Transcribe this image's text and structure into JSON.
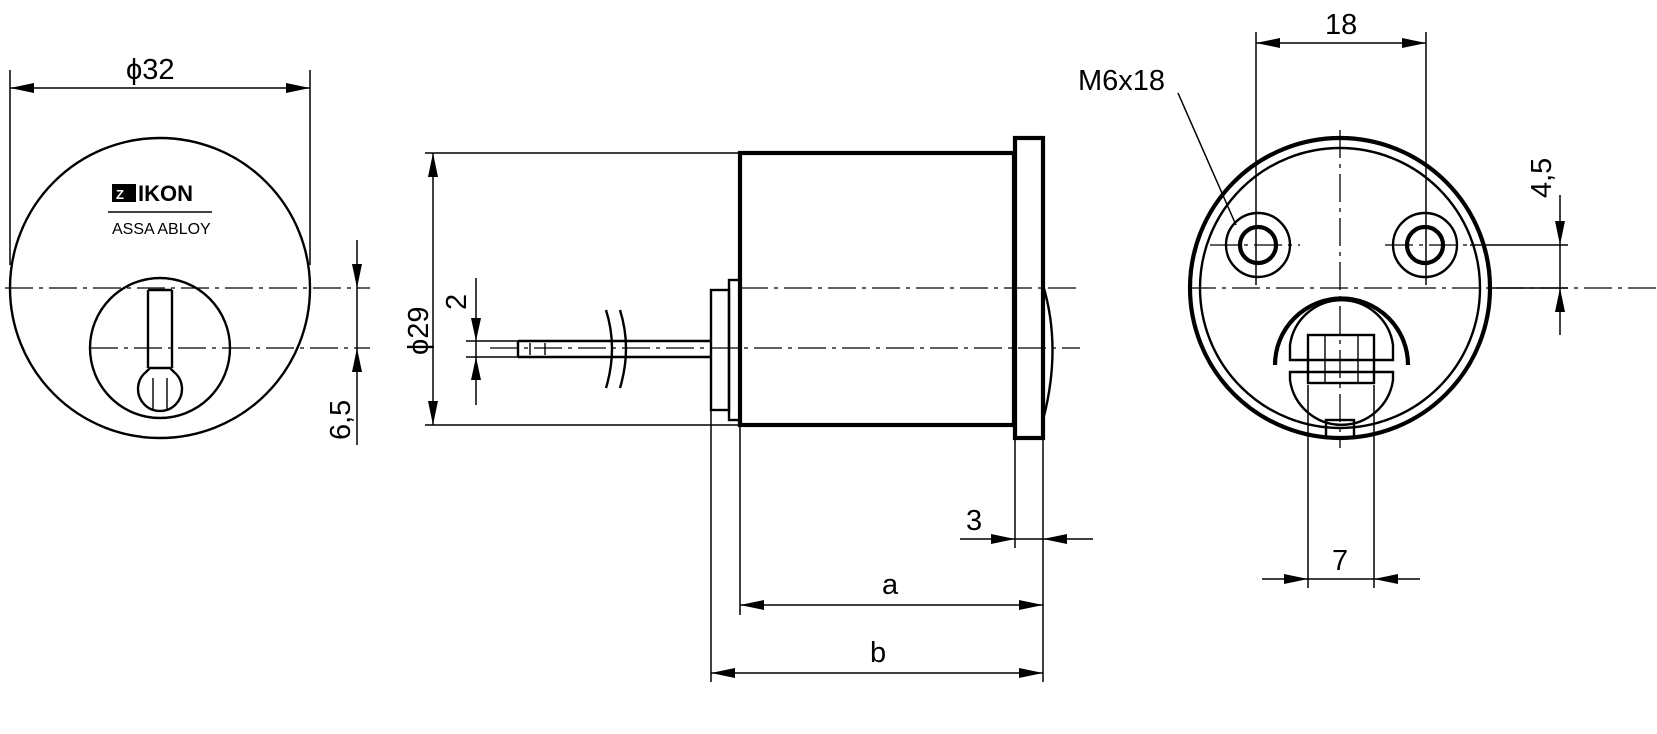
{
  "logo": {
    "brand": "IKON",
    "group": "ASSA ABLOY"
  },
  "dimensions": {
    "front_diameter": "ϕ32",
    "keyway_offset": "6,5",
    "body_diameter": "ϕ29",
    "cam_thickness": "2",
    "flange_thickness": "3",
    "length_a": "a",
    "length_b": "b",
    "screw_spacing": "18",
    "screw_spec": "M6x18",
    "screw_offset": "4,5",
    "tailpiece_width": "7"
  }
}
